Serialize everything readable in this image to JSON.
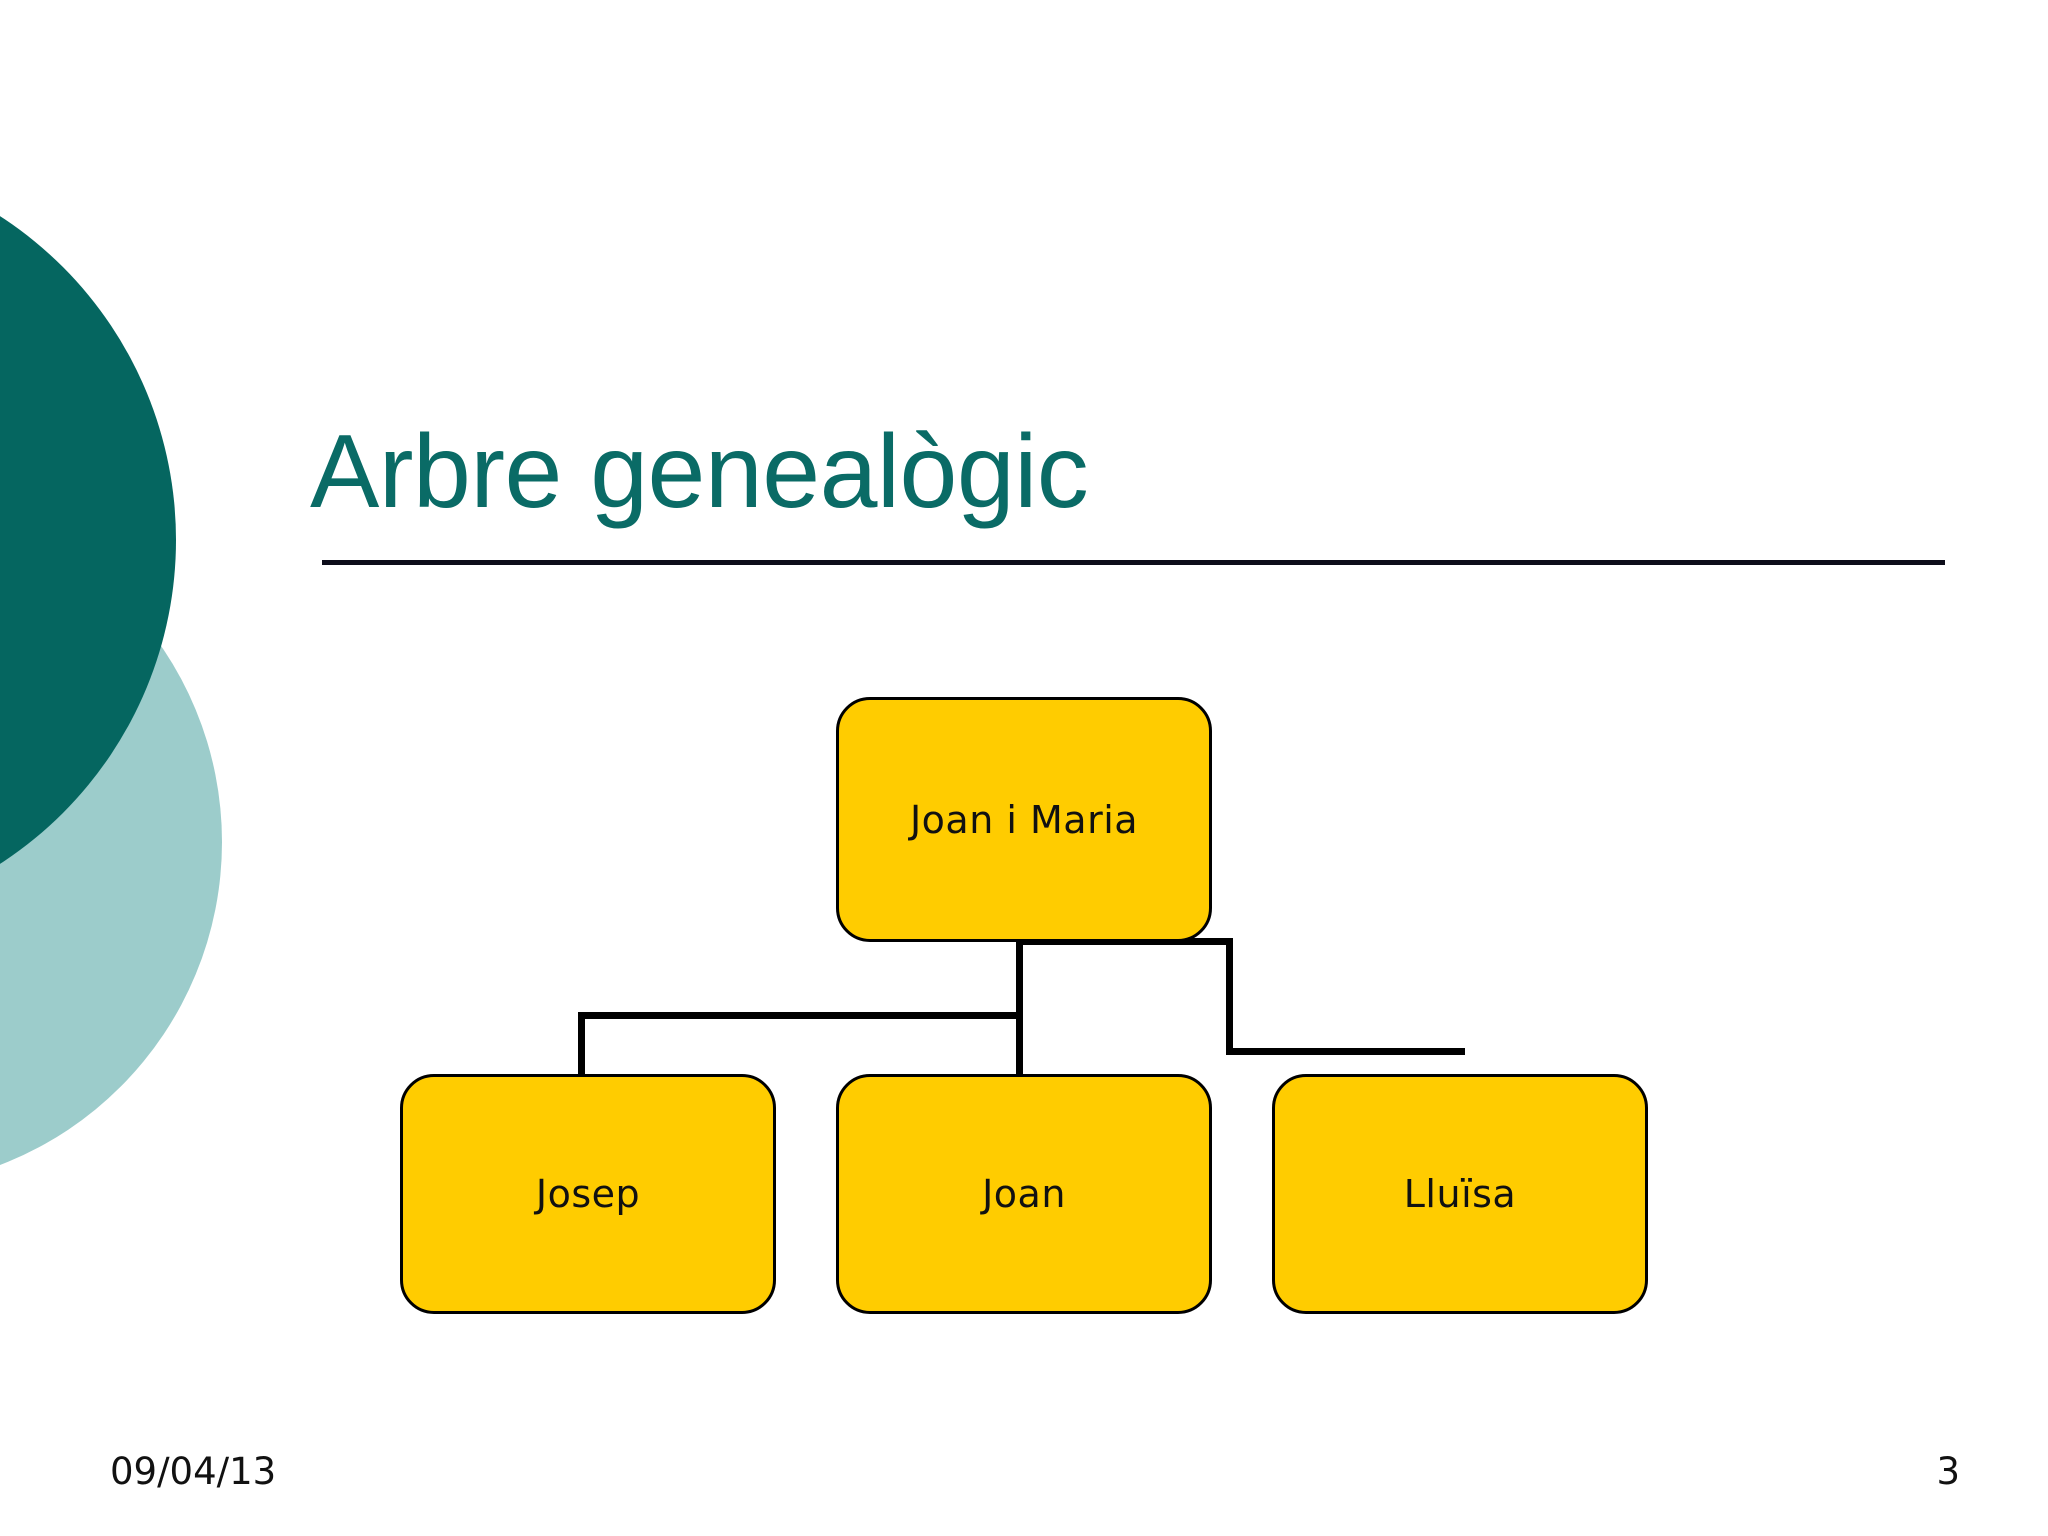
{
  "slide": {
    "title": "Arbre genealògic",
    "title_color": "#0a6b66",
    "background_color": "#ffffff",
    "rule_color": "#0d0d1a"
  },
  "decor": {
    "circle_dark_color": "#056660",
    "circle_light_color": "#9ccccb"
  },
  "diagram": {
    "type": "family-tree",
    "node_fill_color": "#ffcc00",
    "node_border_color": "#000000",
    "connector_color": "#000000",
    "root": {
      "label": "Joan i Maria"
    },
    "children": [
      {
        "label": "Josep"
      },
      {
        "label": "Joan"
      },
      {
        "label": "Lluïsa"
      }
    ]
  },
  "footer": {
    "date": "09/04/13",
    "page_number": "3"
  }
}
